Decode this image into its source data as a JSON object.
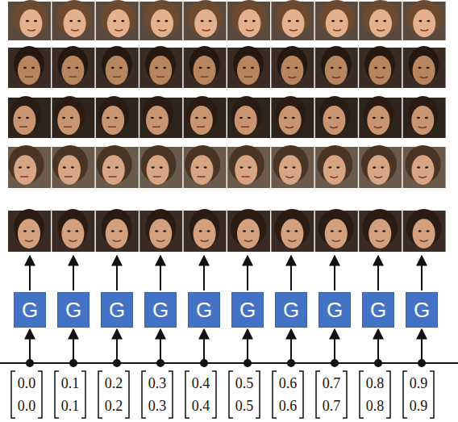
{
  "diagram": {
    "nodes": [
      {
        "text": [
          "G"
        ]
      },
      {
        "text": [
          "G"
        ]
      },
      {
        "text": [
          "G"
        ]
      },
      {
        "text": [
          "G"
        ]
      },
      {
        "text": [
          "G"
        ]
      },
      {
        "text": [
          "G"
        ]
      },
      {
        "text": [
          "G"
        ]
      },
      {
        "text": [
          "G"
        ]
      },
      {
        "text": [
          "G"
        ]
      },
      {
        "text": [
          "G"
        ]
      }
    ],
    "labels": [
      "0.0",
      "0.0",
      "0.1",
      "0.1",
      "0.2",
      "0.2",
      "0.3",
      "0.3",
      "0.4",
      "0.4",
      "0.5",
      "0.5",
      "0.6",
      "0.6",
      "0.7",
      "0.7",
      "0.8",
      "0.8",
      "0.9",
      "0.9"
    ]
  }
}
